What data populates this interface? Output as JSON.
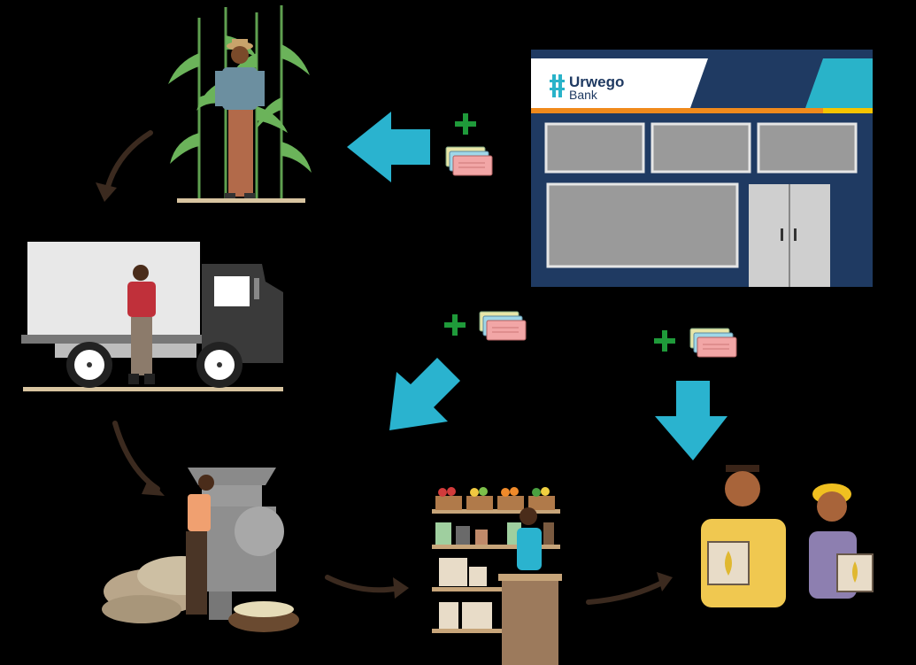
{
  "bank": {
    "name": "Urwego",
    "subtitle": "Bank"
  },
  "colors": {
    "background": "#000000",
    "bank_navy": "#1f3a62",
    "bank_teal": "#29b3c9",
    "bank_orange": "#f08a1c",
    "bank_yellow": "#f5c400",
    "loan_arrow": "#2ab3cf",
    "flow_arrow": "#3b2a1f",
    "plus_sign": "#1f9a3a"
  },
  "icons": {
    "farmer": "farmer-in-maize-field",
    "truck": "transport-truck-with-driver",
    "mill": "grain-milling-machine",
    "shop": "retail-shop-with-vendor",
    "consumers": "consumers-with-maize-flour-bags",
    "money": "banknotes-icon",
    "plus": "plus-icon"
  }
}
